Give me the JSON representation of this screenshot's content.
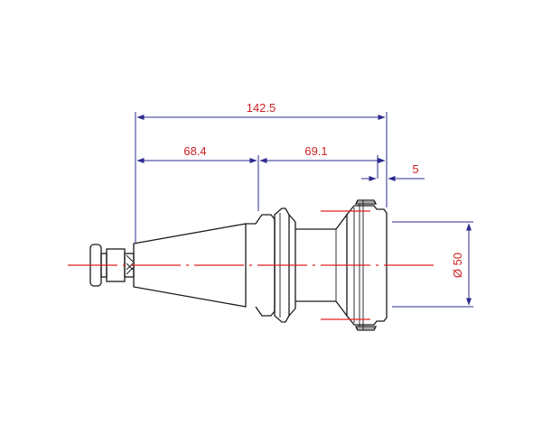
{
  "colors": {
    "outline": "#1a1a1a",
    "dimension": "#2b2b8f",
    "centerline": "#e02020",
    "label": "#cc1f1f"
  },
  "dimensions": {
    "overall": "142.5",
    "taper": "68.4",
    "body": "69.1",
    "offset": "5",
    "diameter": "Ø 50"
  }
}
